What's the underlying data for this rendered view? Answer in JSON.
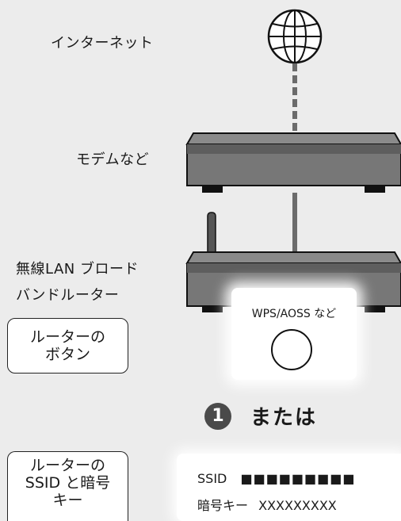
{
  "labels": {
    "internet": "インターネット",
    "modem": "モデムなど",
    "router_line1": "無線LAN ブロード",
    "router_line2": "バンドルーター"
  },
  "router_button_box": {
    "line1": "ルーターの",
    "line2": "ボタン"
  },
  "wps_card": {
    "text": "WPS/AOSS など"
  },
  "step": {
    "number": "1",
    "or_text": "または"
  },
  "ssid_box": {
    "line1": "ルーターの",
    "line2": "SSID と暗号",
    "line3": "キー"
  },
  "ssid_card": {
    "ssid_label": "SSID",
    "ssid_value": "■■■■■■■■■",
    "key_label": "暗号キー",
    "key_value": "XXXXXXXXX"
  }
}
